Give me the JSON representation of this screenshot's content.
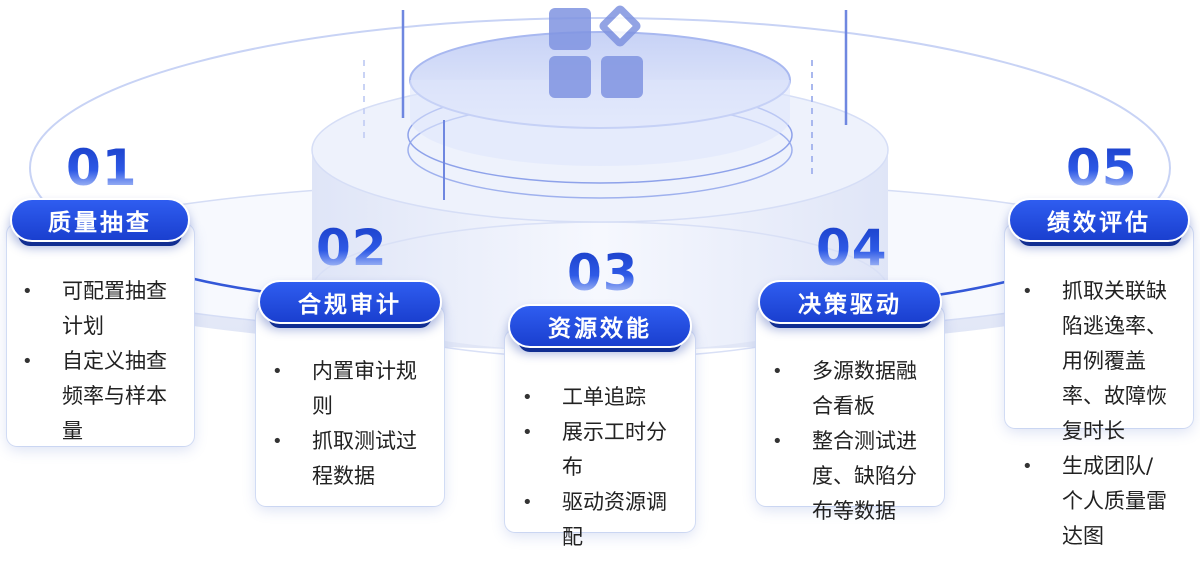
{
  "steps": [
    {
      "number": "01",
      "title": "质量抽查",
      "bullets": [
        "可配置抽查计划",
        "自定义抽查频率与样本量"
      ]
    },
    {
      "number": "02",
      "title": "合规审计",
      "bullets": [
        "内置审计规则",
        "抓取测试过程数据"
      ]
    },
    {
      "number": "03",
      "title": "资源效能",
      "bullets": [
        "工单追踪",
        "展示工时分布",
        "驱动资源调配"
      ]
    },
    {
      "number": "04",
      "title": "决策驱动",
      "bullets": [
        "多源数据融合看板",
        "整合测试进度、缺陷分布等数据"
      ]
    },
    {
      "number": "05",
      "title": "绩效评估",
      "bullets": [
        "抓取关联缺陷逃逸率、用例覆盖率、故障恢复时长",
        "生成团队/个人质量雷达图"
      ]
    }
  ],
  "colors": {
    "accent": "#1e45d6",
    "accent_light": "#2f5df0",
    "platform": "#e6ebfa"
  },
  "icons": {
    "center_logo": "grid-diamond-logo-icon"
  }
}
